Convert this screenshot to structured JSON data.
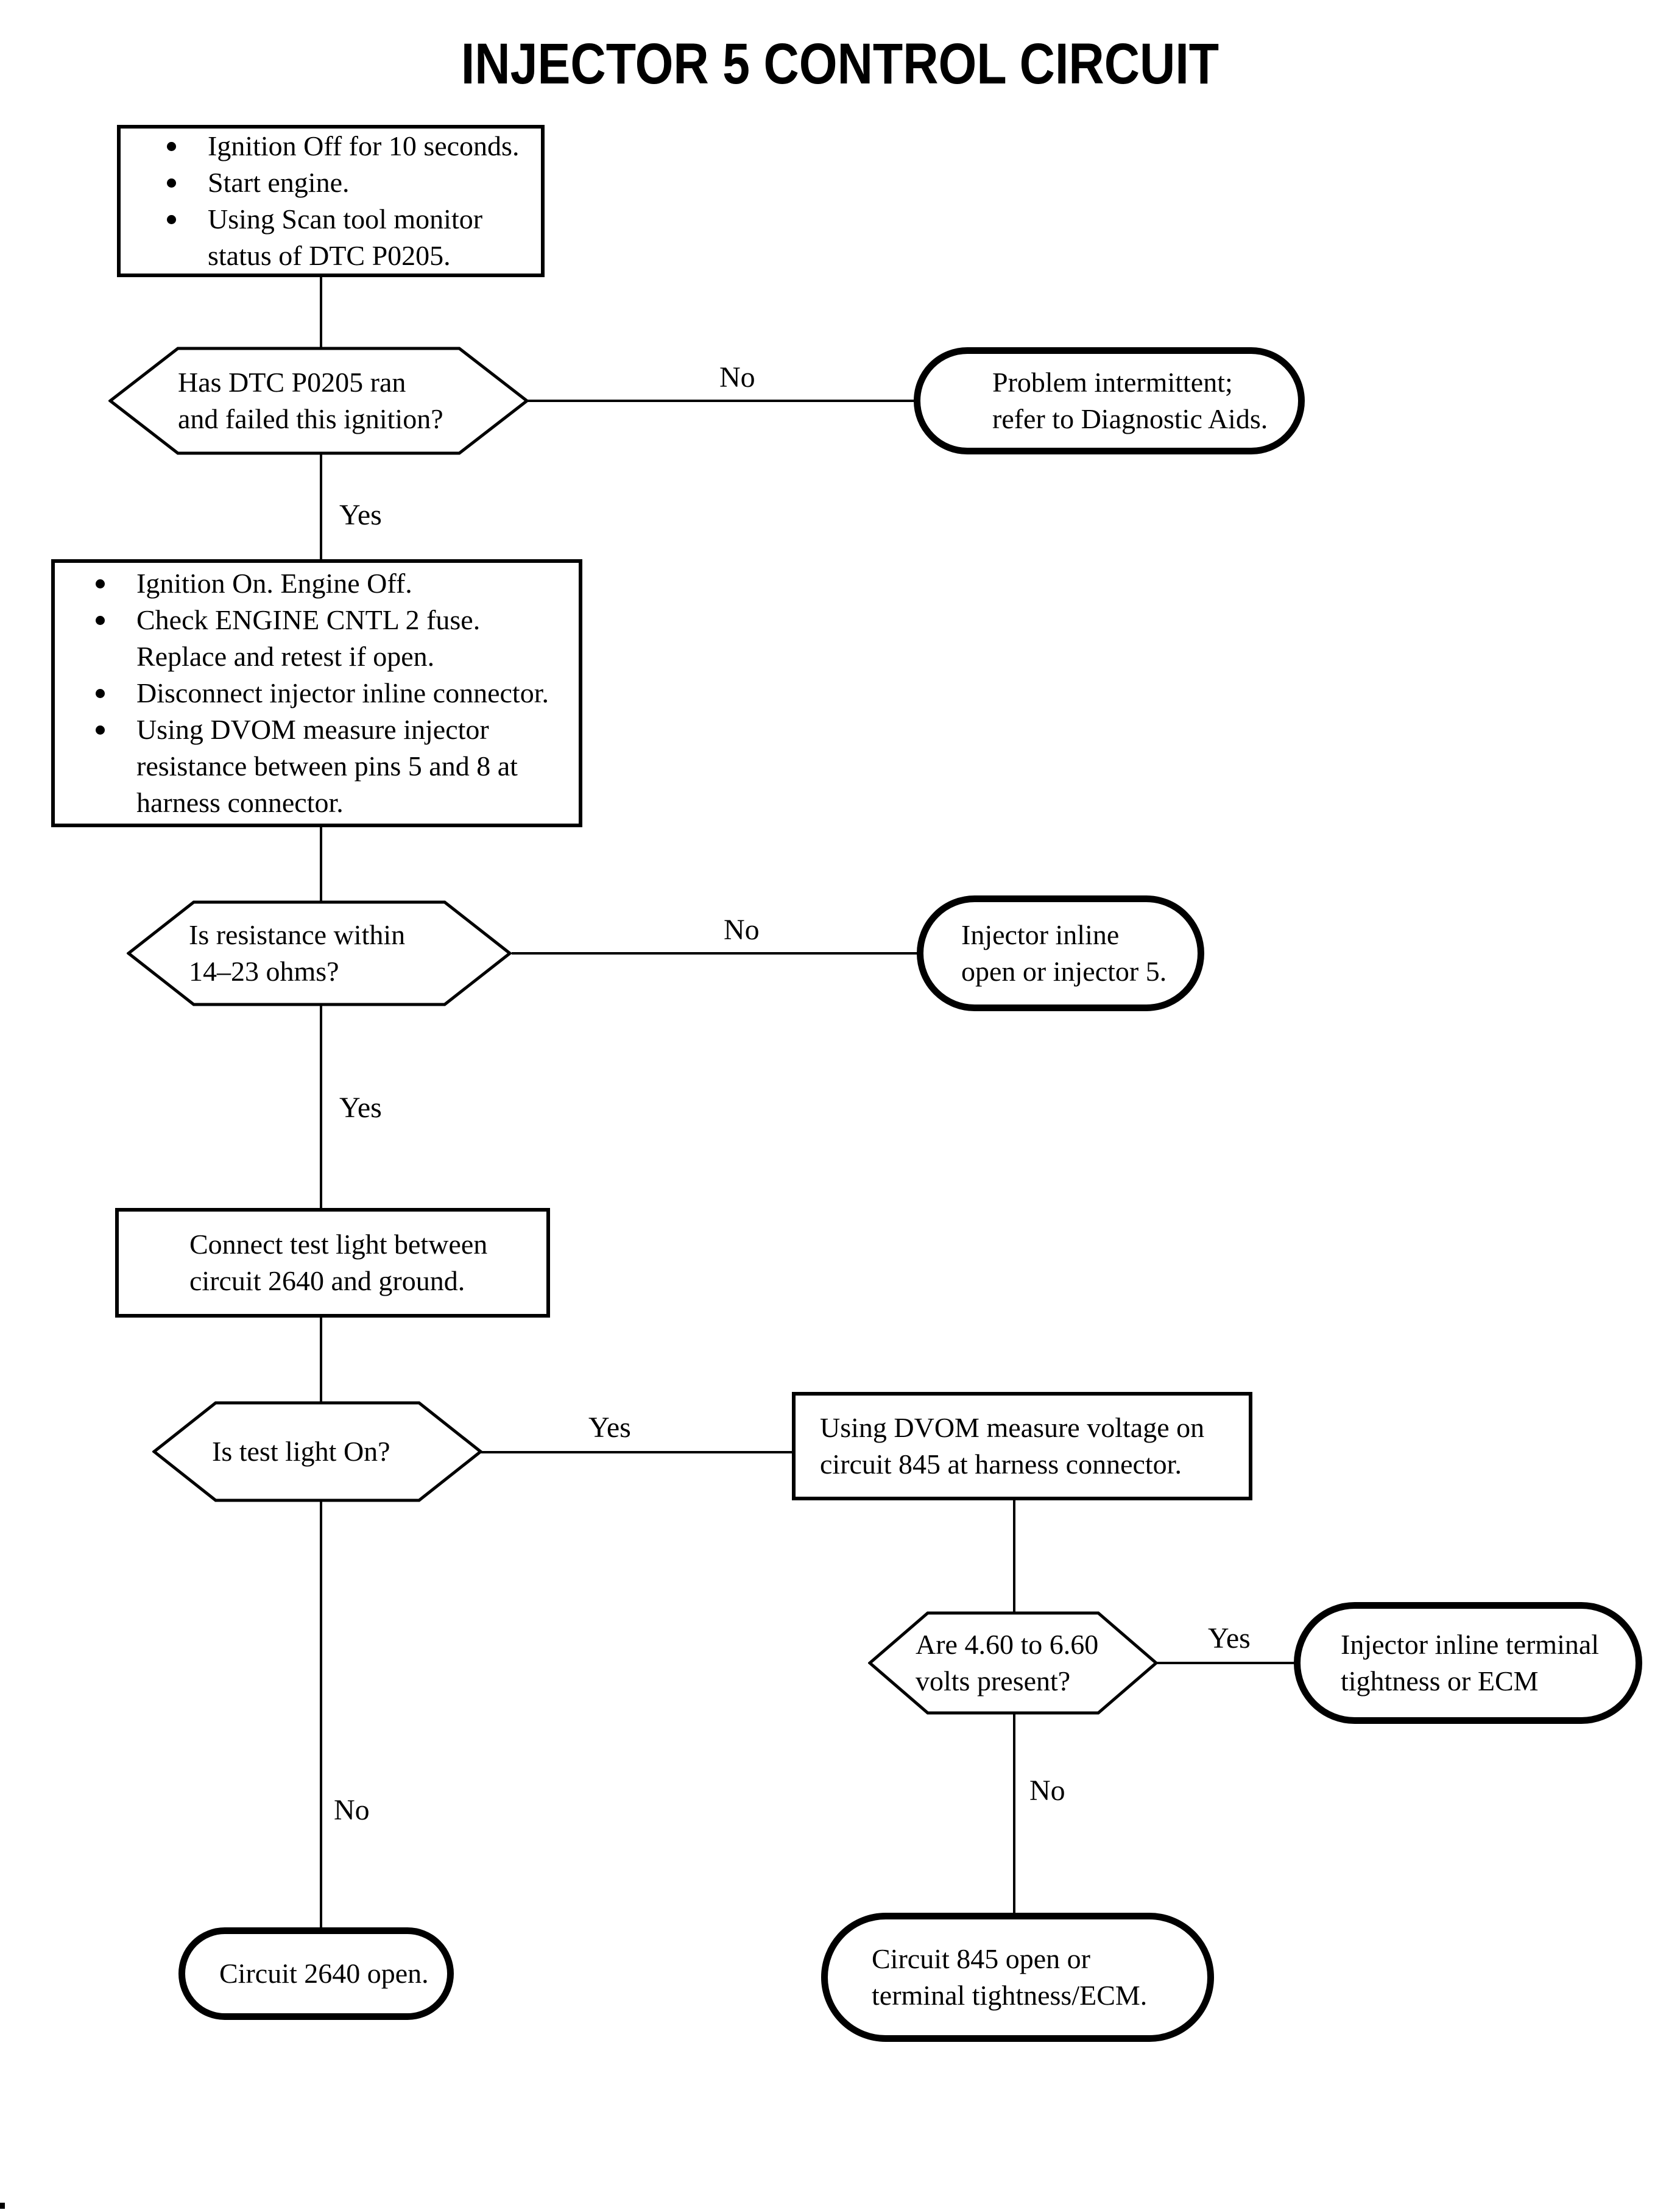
{
  "title": "INJECTOR 5 CONTROL CIRCUIT",
  "labels": {
    "yes": "Yes",
    "no": "No"
  },
  "nodes": {
    "start_steps": {
      "shape": "process",
      "bullets": [
        {
          "lines": [
            "Ignition Off for 10 seconds."
          ]
        },
        {
          "lines": [
            "Start engine."
          ]
        },
        {
          "lines": [
            "Using Scan tool monitor",
            "status of DTC P0205."
          ]
        }
      ]
    },
    "dtc_ran_decision": {
      "shape": "decision",
      "lines": [
        "Has DTC P0205 ran",
        "and failed this ignition?"
      ]
    },
    "problem_intermittent": {
      "shape": "terminator",
      "lines": [
        "Problem intermittent;",
        "refer to Diagnostic Aids."
      ]
    },
    "check_steps": {
      "shape": "process",
      "bullets": [
        {
          "lines": [
            "Ignition On. Engine Off."
          ]
        },
        {
          "lines": [
            "Check ENGINE CNTL 2 fuse.",
            "Replace and retest if open."
          ]
        },
        {
          "lines": [
            "Disconnect injector inline connector."
          ]
        },
        {
          "lines": [
            "Using DVOM measure injector",
            "resistance between pins 5 and 8 at",
            "harness connector."
          ]
        }
      ]
    },
    "resistance_decision": {
      "shape": "decision",
      "lines": [
        "Is resistance within",
        "14–23 ohms?"
      ]
    },
    "injector_open": {
      "shape": "terminator",
      "lines": [
        "Injector inline",
        "open or injector 5."
      ]
    },
    "test_light": {
      "shape": "process",
      "lines": [
        "Connect test light between",
        "circuit 2640 and ground."
      ]
    },
    "test_light_decision": {
      "shape": "decision",
      "lines": [
        "Is test light On?"
      ]
    },
    "dvom_voltage": {
      "shape": "process",
      "lines": [
        "Using DVOM measure voltage on",
        "circuit 845 at harness connector."
      ]
    },
    "volts_decision": {
      "shape": "decision",
      "lines": [
        "Are 4.60 to 6.60",
        "volts present?"
      ]
    },
    "terminal_tightness": {
      "shape": "terminator",
      "lines": [
        "Injector inline terminal",
        "tightness or ECM"
      ]
    },
    "circuit_2640_open": {
      "shape": "terminator",
      "lines": [
        "Circuit 2640 open."
      ]
    },
    "circuit_845_open": {
      "shape": "terminator",
      "lines": [
        "Circuit 845 open or",
        "terminal tightness/ECM."
      ]
    }
  }
}
